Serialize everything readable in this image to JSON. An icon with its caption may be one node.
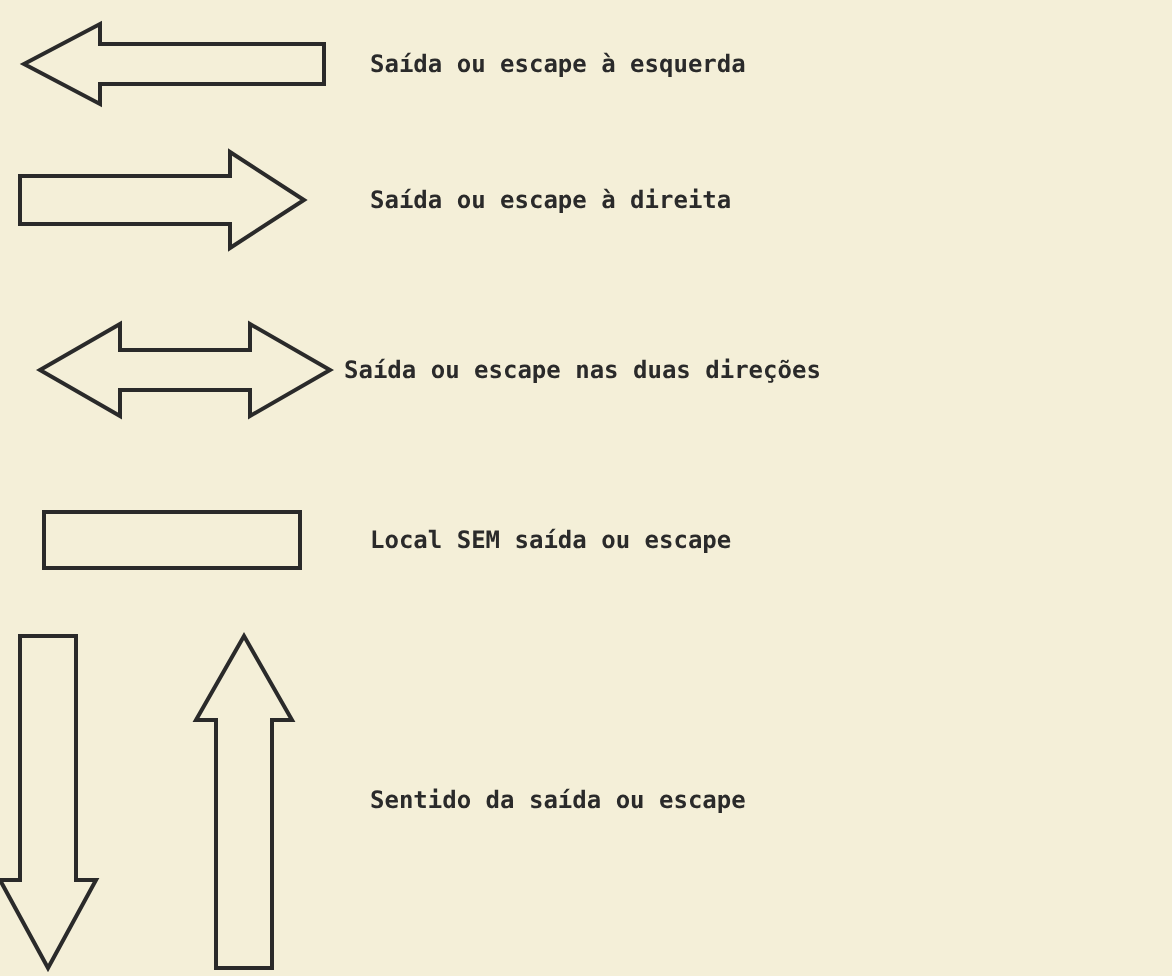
{
  "diagram": {
    "legend": [
      {
        "text": "Saída ou escape à esquerda"
      },
      {
        "text": "Saída ou escape à direita"
      },
      {
        "text": "Saída ou escape nas duas direções"
      },
      {
        "text": "Local SEM saída ou escape"
      },
      {
        "text": "Sentido da saída ou escape"
      }
    ]
  }
}
